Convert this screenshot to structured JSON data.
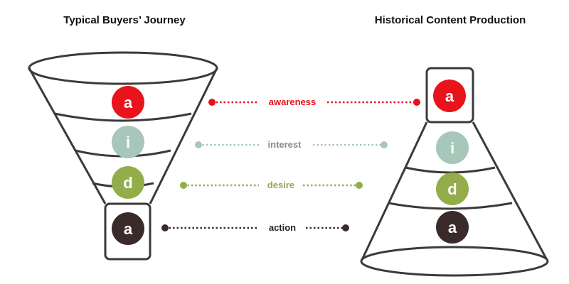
{
  "titles": {
    "left": "Typical Buyers’ Journey",
    "right": "Historical Content Production"
  },
  "stages": [
    {
      "letter": "a",
      "label": "awareness",
      "color": "#e8131b"
    },
    {
      "letter": "i",
      "label": "interest",
      "color": "#a7c7ba"
    },
    {
      "letter": "d",
      "label": "desire",
      "color": "#93ad4b"
    },
    {
      "letter": "a",
      "label": "action",
      "color": "#3a2a2a"
    }
  ],
  "label_colors": {
    "awareness": "#e8131b",
    "interest": "#8a8a8a",
    "desire": "#93ad4b",
    "action": "#222222"
  },
  "outline_color": "#3a3a3a"
}
